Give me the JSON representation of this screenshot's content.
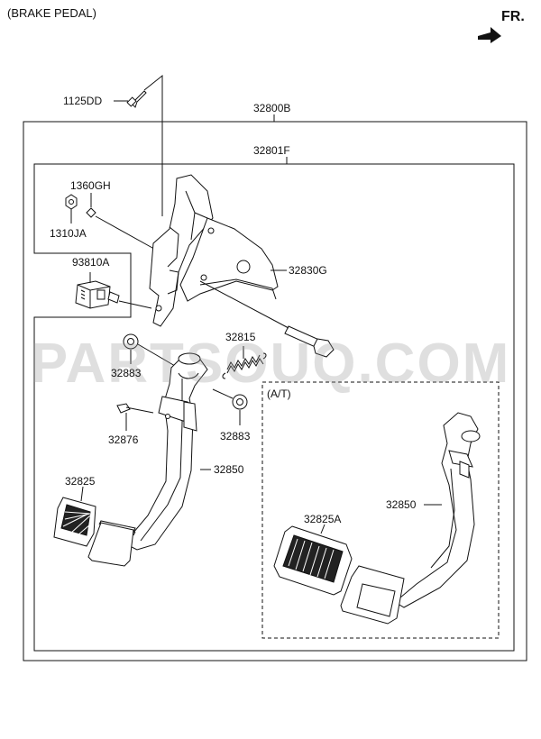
{
  "title": "(BRAKE PEDAL)",
  "direction_label": "FR.",
  "watermark": "PARTSOUQ.COM",
  "labels": {
    "p1125DD": "1125DD",
    "p32800B": "32800B",
    "p32801F": "32801F",
    "p1360GH": "1360GH",
    "p1310JA": "1310JA",
    "p93810A": "93810A",
    "p32830G": "32830G",
    "p32815": "32815",
    "p32883_a": "32883",
    "p32883_b": "32883",
    "p32876": "32876",
    "p32850": "32850",
    "p32825": "32825",
    "at_group": "(A/T)",
    "p32850_at": "32850",
    "p32825A": "32825A"
  }
}
